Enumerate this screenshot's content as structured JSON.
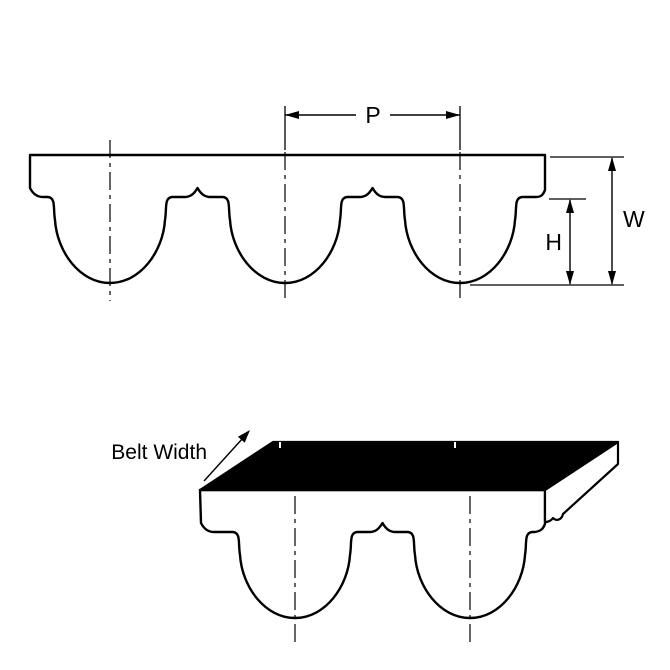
{
  "labels": {
    "pitch": "P",
    "overall_height": "W",
    "tooth_height": "H",
    "belt_width": "Belt Width"
  },
  "colors": {
    "line": "#000000",
    "belt_fill": "#ffffff",
    "belt_top_face": "#000000",
    "background": "#ffffff"
  }
}
